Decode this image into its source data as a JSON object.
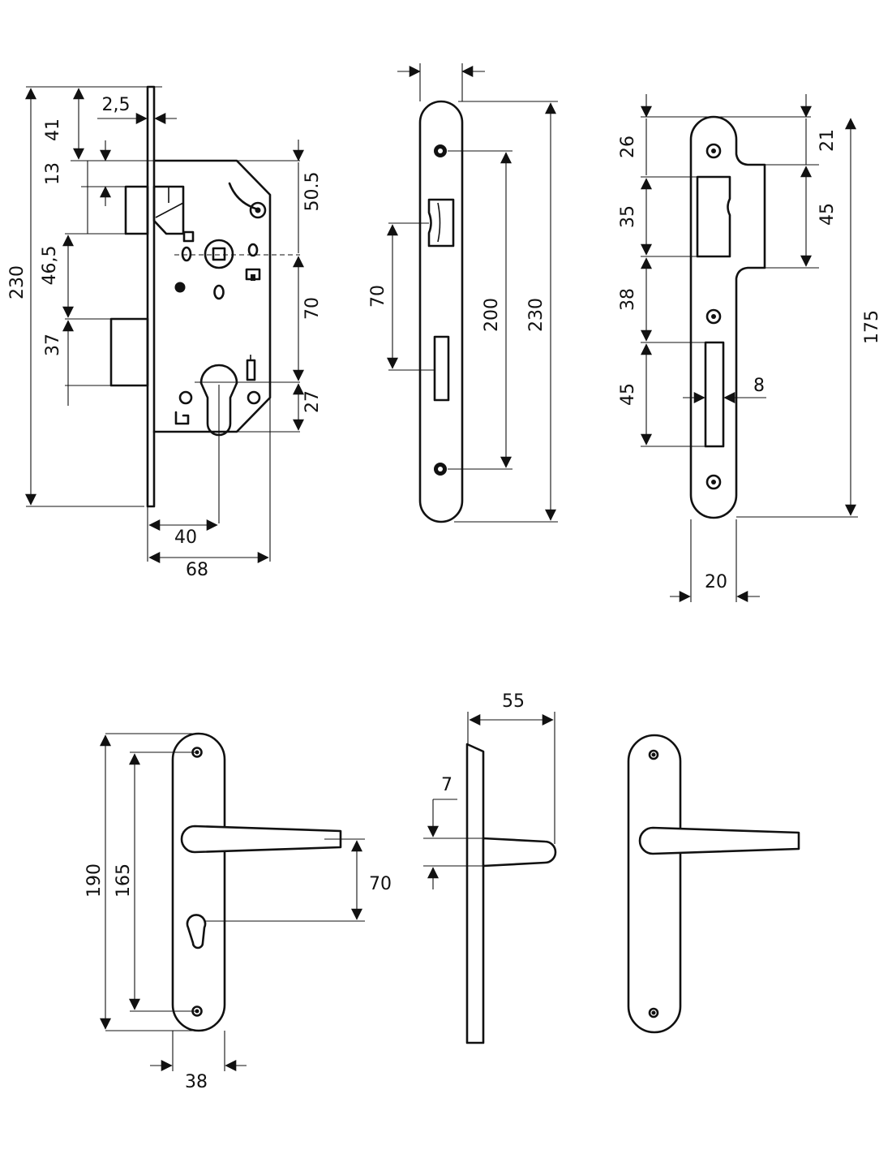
{
  "lock_case": {
    "height_total": "230",
    "top_offset": "41",
    "faceplate_thickness": "2,5",
    "latch_height": "13",
    "latch_to_bolt": "46,5",
    "bolt_height": "37",
    "spindle_offset": "50.5",
    "spindle_to_cylinder": "70",
    "cylinder_offset": "27",
    "backset": "40",
    "case_depth": "68"
  },
  "faceplate": {
    "width": "",
    "slot_spacing": "70",
    "screw_spacing": "200",
    "length": "230"
  },
  "strike_plate": {
    "top_to_latch": "26",
    "latch_opening": "35",
    "gap": "38",
    "bolt_opening": "45",
    "top_lip": "21",
    "lip_height": "45",
    "length": "175",
    "bolt_width": "8",
    "width": "20"
  },
  "handle_plate": {
    "plate_height": "190",
    "screw_spacing": "165",
    "lever_to_cylinder": "70",
    "plate_width": "38",
    "lever_projection": "55",
    "lever_thickness": "7"
  }
}
